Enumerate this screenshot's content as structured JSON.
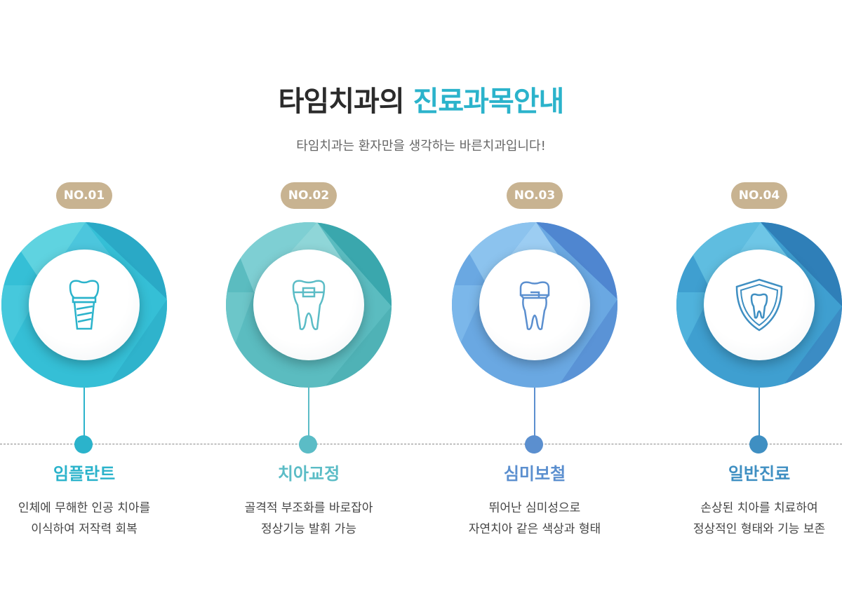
{
  "header": {
    "title_part1": "타임치과의",
    "title_part2": "진료과목안내",
    "subtitle": "타임치과는 환자만을 생각하는 바른치과입니다!"
  },
  "items": [
    {
      "badge": "NO.01",
      "name": "임플란트",
      "line1": "인체에 무해한 인공 치아를",
      "line2": "이식하여 저작력 회복",
      "icon": "implant-icon",
      "color": "#2bb3cb",
      "ring1": "#5fd3e0",
      "ring2": "#2aa9c6"
    },
    {
      "badge": "NO.02",
      "name": "치아교정",
      "line1": "골격적 부조화를 바로잡아",
      "line2": "정상기능 발휘 가능",
      "icon": "braces-tooth-icon",
      "color": "#5bbcc6",
      "ring1": "#7ecfd3",
      "ring2": "#3aa7ad"
    },
    {
      "badge": "NO.03",
      "name": "심미보철",
      "line1": "뛰어난 심미성으로",
      "line2": "자연치아 같은 색상과 형태",
      "icon": "crown-tooth-icon",
      "color": "#5b8fcf",
      "ring1": "#8cc3ee",
      "ring2": "#4f86d0"
    },
    {
      "badge": "NO.04",
      "name": "일반진료",
      "line1": "손상된 치아를 치료하여",
      "line2": "정상적인 형태와 기능 보존",
      "icon": "shield-tooth-icon",
      "color": "#3f8fc2",
      "ring1": "#5fbde0",
      "ring2": "#2f7fb8"
    }
  ]
}
